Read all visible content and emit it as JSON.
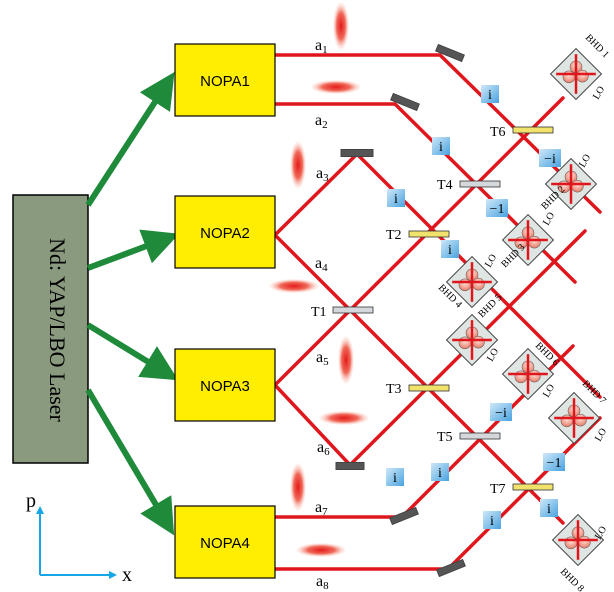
{
  "laser": {
    "label": "Nd: YAP/LBO  Laser"
  },
  "nopa": [
    "NOPA1",
    "NOPA2",
    "NOPA3",
    "NOPA4"
  ],
  "modes": [
    "a",
    "a",
    "a",
    "a",
    "a",
    "a",
    "a",
    "a"
  ],
  "mode_subscripts": [
    "1",
    "2",
    "3",
    "4",
    "5",
    "6",
    "7",
    "8"
  ],
  "beamsplitters": [
    "T1",
    "T2",
    "T3",
    "T4",
    "T5",
    "T6",
    "T7"
  ],
  "detectors": [
    "BHD 1",
    "BHD 2",
    "BHD 3",
    "BHD 4",
    "BHD 5",
    "BHD 6",
    "BHD 7",
    "BHD 8"
  ],
  "lo_label": "LO",
  "phase": {
    "i": "i",
    "neg_i": "−i",
    "neg_one": "−1"
  },
  "axes": {
    "p": "p",
    "x": "x"
  },
  "colors": {
    "beam": "#e0161d",
    "pump": "#1f8a3a",
    "nopa_fill": "#ffee00",
    "laser_fill": "#8a9a7e",
    "phase_fill": "#6fb8ea",
    "bs_fill": "#f1e26b",
    "bs_gray": "#d4d8dc",
    "axis": "#16a6e8"
  }
}
